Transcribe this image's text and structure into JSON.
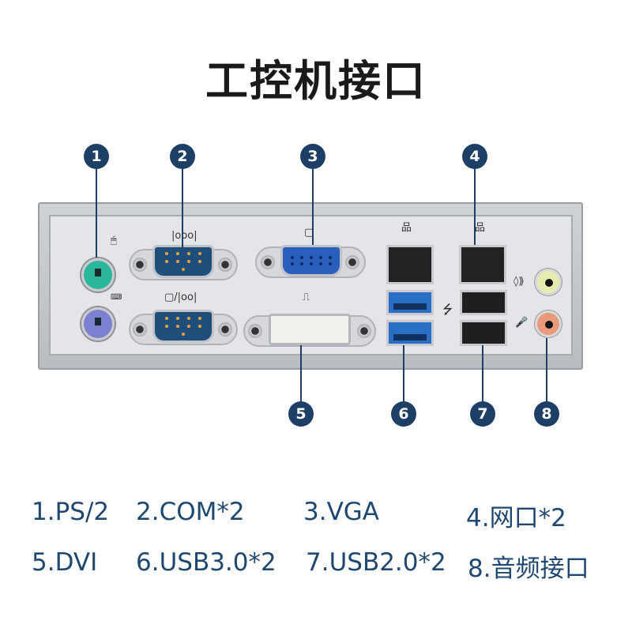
{
  "title": "工控机接口",
  "callouts": [
    "1",
    "2",
    "3",
    "4",
    "5",
    "6",
    "7",
    "8"
  ],
  "legend": [
    {
      "label": "1.PS/2"
    },
    {
      "label": "2.COM*2"
    },
    {
      "label": "3.VGA"
    },
    {
      "label": "4.网口*2"
    },
    {
      "label": "5.DVI"
    },
    {
      "label": "6.USB3.0*2"
    },
    {
      "label": "7.USB2.0*2"
    },
    {
      "label": "8.音频接口"
    }
  ],
  "colors": {
    "accent": "#1d3f66",
    "text": "#1f4870",
    "ps2_mouse": "#2bb59a",
    "ps2_keyboard": "#7a82d0",
    "vga": "#2a5fc0",
    "com": "#1f4e7a",
    "audio_line": "#e6ecb0",
    "audio_mic": "#e99a7a"
  }
}
